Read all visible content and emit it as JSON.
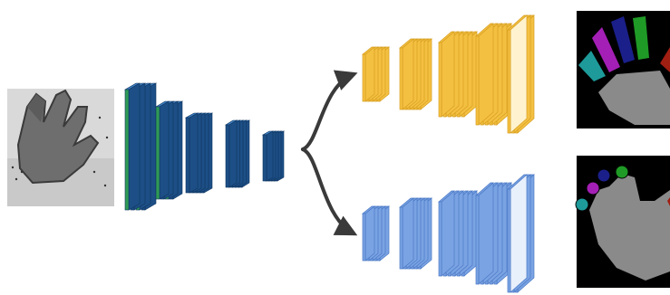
{
  "diagram": {
    "input": {
      "name": "depth-hand-image"
    },
    "encoder": {
      "blocks": 5,
      "slices": 5,
      "colors": {
        "front": "#2f9a55",
        "side": "#1d4f86",
        "top": "#3e7fc2"
      }
    },
    "decoder_segmentation": {
      "blocks": 5,
      "colors": {
        "front": "#f4c042",
        "face": "#fff3cf",
        "edge": "#d69e1e"
      }
    },
    "decoder_keypoints": {
      "blocks": 5,
      "colors": {
        "front": "#7aa3e3",
        "face": "#e8f0fc",
        "edge": "#4a78c5"
      }
    },
    "outputs": {
      "segmentation": {
        "name": "hand-part-segmentation",
        "part_colors": [
          "#1e9a9a",
          "#a41fb5",
          "#1b1f8a",
          "#1f9a26",
          "#a11e12"
        ]
      },
      "keypoints": {
        "name": "hand-keypoints",
        "point_colors": [
          "#1e9a9a",
          "#a41fb5",
          "#1b1f8a",
          "#1f9a26"
        ]
      }
    },
    "arrow_color": "#3a3a3a"
  }
}
